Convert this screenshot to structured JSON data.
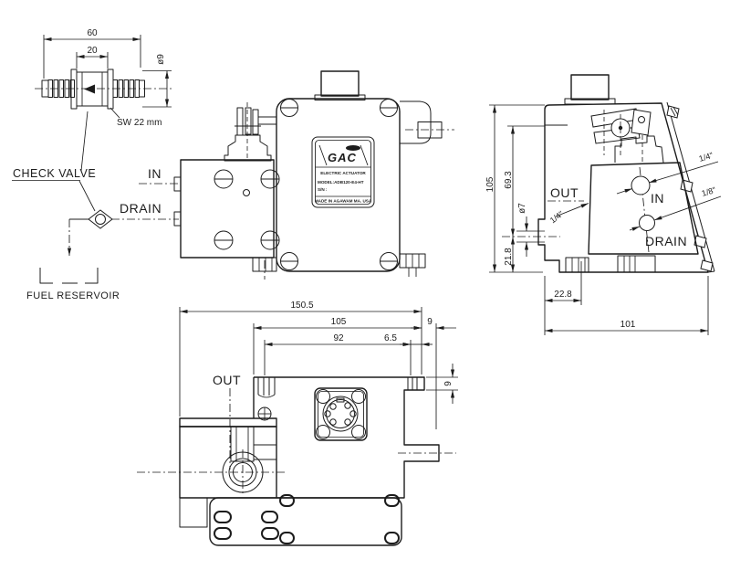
{
  "drawing_title": "electric-actuator-dimensional-drawing",
  "check_valve_detail": {
    "dim_length": "60",
    "dim_hex": "20",
    "dim_hose_dia": "ø9",
    "wrench_label": "SW 22 mm"
  },
  "schematic": {
    "check_valve_label": "CHECK VALVE",
    "in_label": "IN",
    "drain_label": "DRAIN",
    "reservoir_label": "FUEL RESERVOIR"
  },
  "front_view": {
    "nameplate": {
      "brand": "GAC",
      "product": "ELECTRIC ACTUATOR",
      "model": "MODEL:ADB120-E4-HT",
      "serial": "S/N :",
      "origin": "MADE IN AGAWAM MA. USA"
    }
  },
  "side_view": {
    "out_label": "OUT",
    "in_label": "IN",
    "drain_label": "DRAIN",
    "out_size": "1/4\"",
    "in_size": "1/4\"",
    "drain_size": "1/8\"",
    "dim_height": "105",
    "dim_in_port": "69.3",
    "dim_port_dia": "ø7",
    "dim_drain": "21.8",
    "dim_out_offset": "22.8",
    "dim_depth": "101"
  },
  "top_view": {
    "out_label": "OUT",
    "dim_overall": "150.5",
    "dim_body": "105",
    "dim_tab": "9",
    "dim_span": "92",
    "dim_gap": "6.5",
    "dim_flange": "9"
  }
}
